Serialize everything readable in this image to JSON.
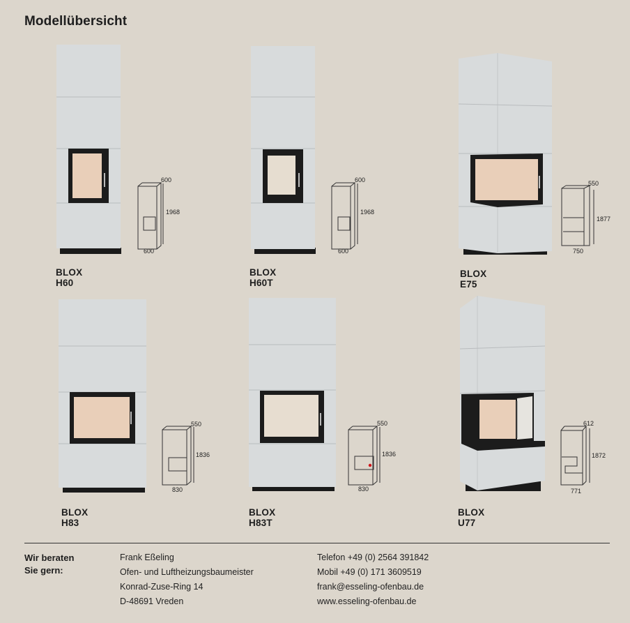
{
  "title": "Modellübersicht",
  "models": [
    {
      "name": "BLOX H60",
      "dims": {
        "depth": "600",
        "height": "1968",
        "width": "600"
      }
    },
    {
      "name": "BLOX H60T",
      "dims": {
        "depth": "600",
        "height": "1968",
        "width": "600"
      }
    },
    {
      "name": "BLOX E75",
      "dims": {
        "depth": "550",
        "height": "1877",
        "width": "750"
      }
    },
    {
      "name": "BLOX H83",
      "dims": {
        "depth": "550",
        "height": "1836",
        "width": "830"
      }
    },
    {
      "name": "BLOX H83T",
      "dims": {
        "depth": "550",
        "height": "1836",
        "width": "830"
      }
    },
    {
      "name": "BLOX U77",
      "dims": {
        "depth": "612",
        "height": "1872",
        "width": "771"
      }
    }
  ],
  "footer": {
    "label_line1": "Wir beraten",
    "label_line2": "Sie gern:",
    "contact": [
      "Frank Eßeling",
      "Ofen- und Luftheizungsbaumeister",
      "Konrad-Zuse-Ring 14",
      "D-48691 Vreden"
    ],
    "phone": [
      "Telefon +49 (0) 2564 391842",
      "Mobil +49 (0) 171 3609519",
      "frank@esseling-ofenbau.de",
      "www.esseling-ofenbau.de"
    ]
  },
  "colors": {
    "background": "#dcd6cc",
    "stone": "#d9dcdd",
    "frame": "#1c1c1c",
    "glass": "#e9cfb9",
    "dot": "#d0161b"
  }
}
